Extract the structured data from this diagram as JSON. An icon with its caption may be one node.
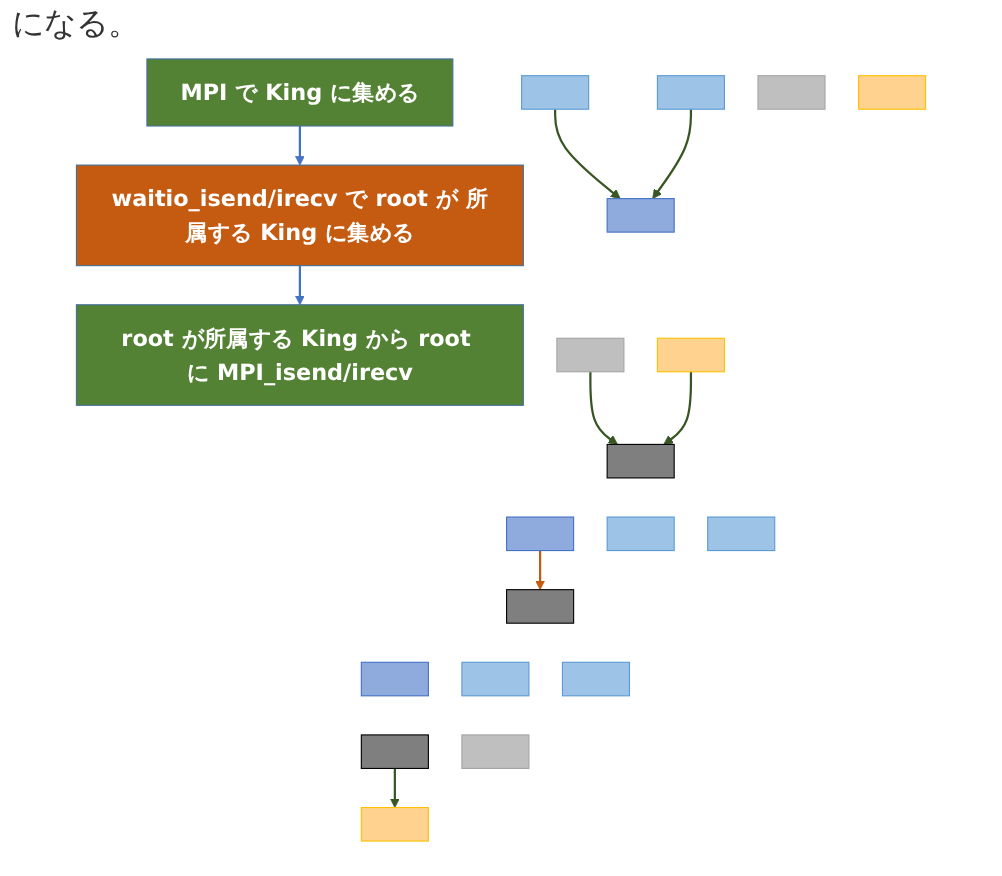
{
  "diagram": {
    "nodes": [
      {
        "text": [
          "MPI で King に集める"
        ]
      },
      {
        "text": [
          "waitio_isend/irecv で root が 所属する King に集める"
        ]
      },
      {
        "text": [
          "root が所属する King から root に MPI_isend/irecv"
        ]
      },
      {
        "text": [],
        "shape": "box"
      },
      {
        "text": [],
        "shape": "box"
      },
      {
        "text": [],
        "shape": "box"
      },
      {
        "text": [],
        "shape": "box"
      },
      {
        "text": [],
        "shape": "box"
      },
      {
        "text": [],
        "shape": "box"
      },
      {
        "text": [],
        "shape": "box"
      },
      {
        "text": [],
        "shape": "box"
      },
      {
        "text": [],
        "shape": "box"
      },
      {
        "text": [],
        "shape": "box"
      },
      {
        "text": [],
        "shape": "box"
      },
      {
        "text": [],
        "shape": "box"
      },
      {
        "text": [],
        "shape": "box"
      },
      {
        "text": [],
        "shape": "box"
      },
      {
        "text": [],
        "shape": "box"
      },
      {
        "text": [],
        "shape": "box"
      },
      {
        "text": [],
        "shape": "box"
      },
      {
        "text": [],
        "shape": "box"
      }
    ],
    "edges": [
      {
        "from": 0,
        "to": 1,
        "arrow": "to",
        "color": "#4472c4"
      },
      {
        "from": 1,
        "to": 2,
        "arrow": "to",
        "color": "#4472c4"
      },
      {
        "from": 4,
        "to": 3,
        "arrow": "to"
      },
      {
        "from": 5,
        "to": 3,
        "arrow": "to"
      },
      {
        "from": 7,
        "to": 6,
        "arrow": "to"
      },
      {
        "from": 8,
        "to": 6,
        "arrow": "to"
      },
      {
        "from": 9,
        "to": 12,
        "arrow": "to",
        "color": "#c55a11"
      },
      {
        "from": 18,
        "to": 20,
        "arrow": "to"
      }
    ],
    "labels": [
      "になる。"
    ]
  }
}
